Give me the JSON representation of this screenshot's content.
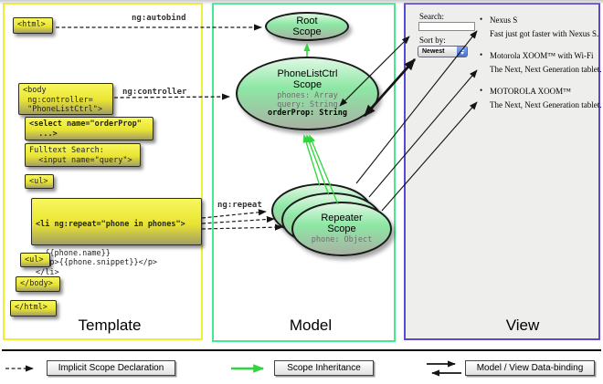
{
  "template": {
    "label": "Template",
    "ng_autobind": "ng:autobind",
    "ng_controller": "ng:controller",
    "ng_repeat": "ng:repeat",
    "boxes": {
      "html_open": "<html>",
      "body_open": "<body\n ng:controller=\n \"PhoneListCtrl\">",
      "select": "<select name=\"orderProp\"\n  ...>",
      "fulltext": "Fulltext Search:\n  <input name=\"query\">",
      "ul_open": "<ul>",
      "li_bold": "<li ng:repeat=\"phone in phones\">",
      "li_rest": "  {{phone.name}}\n  <p>{{phone.snippet}}</p>\n</li>",
      "ul_close": "<ul>",
      "body_close": "</body>",
      "html_close": "</html>"
    }
  },
  "model": {
    "label": "Model",
    "root_scope": {
      "title": "Root\nScope"
    },
    "phonelist_scope": {
      "title": "PhoneListCtrl\nScope",
      "props": [
        "phones: Array",
        "query: String"
      ],
      "bold_prop": "orderProp: String"
    },
    "repeater_scope": {
      "title": "Repeater\nScope",
      "prop": "phone: Object"
    }
  },
  "view": {
    "label": "View",
    "search_label": "Search:",
    "sort_label": "Sort by:",
    "sort_value": "Newest",
    "items": [
      {
        "name": "Nexus S",
        "desc": "Fast just got faster with Nexus S."
      },
      {
        "name": "Motorola XOOM™  with Wi-Fi",
        "desc": "The Next, Next Generation tablet."
      },
      {
        "name": "MOTOROLA XOOM™",
        "desc": "The Next, Next Generation tablet."
      }
    ]
  },
  "legend": {
    "implicit": "Implicit Scope Declaration",
    "inheritance": "Scope Inheritance",
    "binding": "Model / View Data-binding"
  },
  "colors": {
    "template_border": "#f2ee35",
    "model_border": "#46e98e",
    "view_border": "#5a49cf",
    "scope_inheritance_green": "#2fd63c",
    "code_box_yellow": "#e9e432"
  }
}
